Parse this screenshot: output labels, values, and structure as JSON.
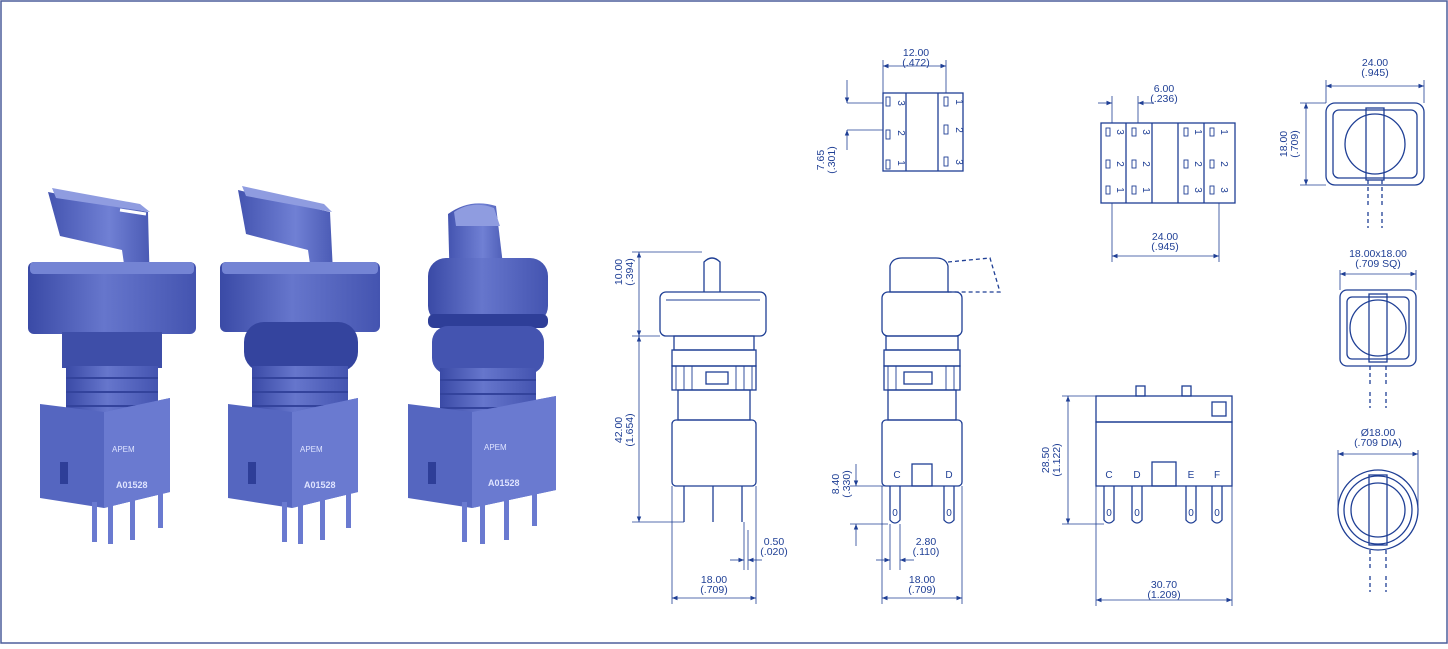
{
  "colors": {
    "ink": "#1f3f95",
    "photo_main": "#5566c0",
    "photo_dark": "#3a4aa6",
    "photo_light": "#8f9ce0",
    "border": "#4d5f9c"
  },
  "photos": {
    "product1_markings": {
      "brand": "APEM",
      "model": "A01528"
    },
    "product2_markings": {
      "brand": "APEM",
      "model": "A01528"
    },
    "product3_markings": {
      "brand": "APEM",
      "model": "A01528"
    }
  },
  "dims": {
    "top_width": "12.00",
    "top_width_in": "(.472)",
    "top_pitch": "7.65",
    "top_pitch_in": "(.301)",
    "front_knob_h": "10.00",
    "front_knob_h_in": "(.394)",
    "front_body_h": "42.00",
    "front_body_h_in": "(1.654)",
    "pin_w": "0.50",
    "pin_w_in": "(.020)",
    "front_w": "18.00",
    "front_w_in": "(.709)",
    "side_pin_len": "8.40",
    "side_pin_len_in": "(.330)",
    "side_pin_w": "2.80",
    "side_pin_w_in": "(.110)",
    "side_w": "18.00",
    "side_w_in": "(.709)",
    "term_pitch": "6.00",
    "term_pitch_in": "(.236)",
    "term_width": "24.00",
    "term_width_in": "(.945)",
    "ext_h": "28.50",
    "ext_h_in": "(1.122)",
    "ext_w": "30.70",
    "ext_w_in": "(1.209)",
    "bezel_rect_w": "24.00",
    "bezel_rect_w_in": "(.945)",
    "bezel_rect_h": "18.00",
    "bezel_rect_h_in": "(.709)",
    "bezel_sq": "18.00x18.00",
    "bezel_sq_in": "(.709 SQ)",
    "bezel_round": "Ø18.00",
    "bezel_round_in": "(.709 DIA)"
  },
  "terminal_labels": {
    "c": "C",
    "d": "D",
    "e": "E",
    "f": "F",
    "n1": "1",
    "n2": "2",
    "n3": "3",
    "zero": "0"
  }
}
